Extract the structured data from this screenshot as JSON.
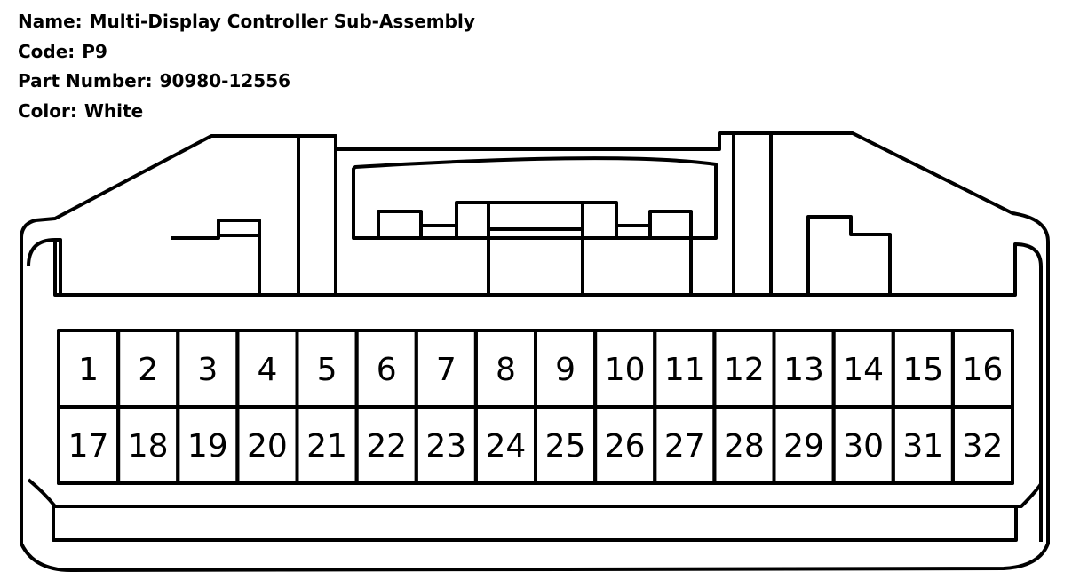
{
  "info": {
    "name_label": "Name:",
    "name_value": "Multi-Display Controller Sub-Assembly",
    "code_label": "Code:",
    "code_value": "P9",
    "part_label": "Part Number:",
    "part_value": "90980-12556",
    "color_label": "Color:",
    "color_value": "White"
  },
  "connector": {
    "rows": [
      [
        "1",
        "2",
        "3",
        "4",
        "5",
        "6",
        "7",
        "8",
        "9",
        "10",
        "11",
        "12",
        "13",
        "14",
        "15",
        "16"
      ],
      [
        "17",
        "18",
        "19",
        "20",
        "21",
        "22",
        "23",
        "24",
        "25",
        "26",
        "27",
        "28",
        "29",
        "30",
        "31",
        "32"
      ]
    ],
    "stroke_color": "#000000",
    "fill_color": "#ffffff"
  }
}
